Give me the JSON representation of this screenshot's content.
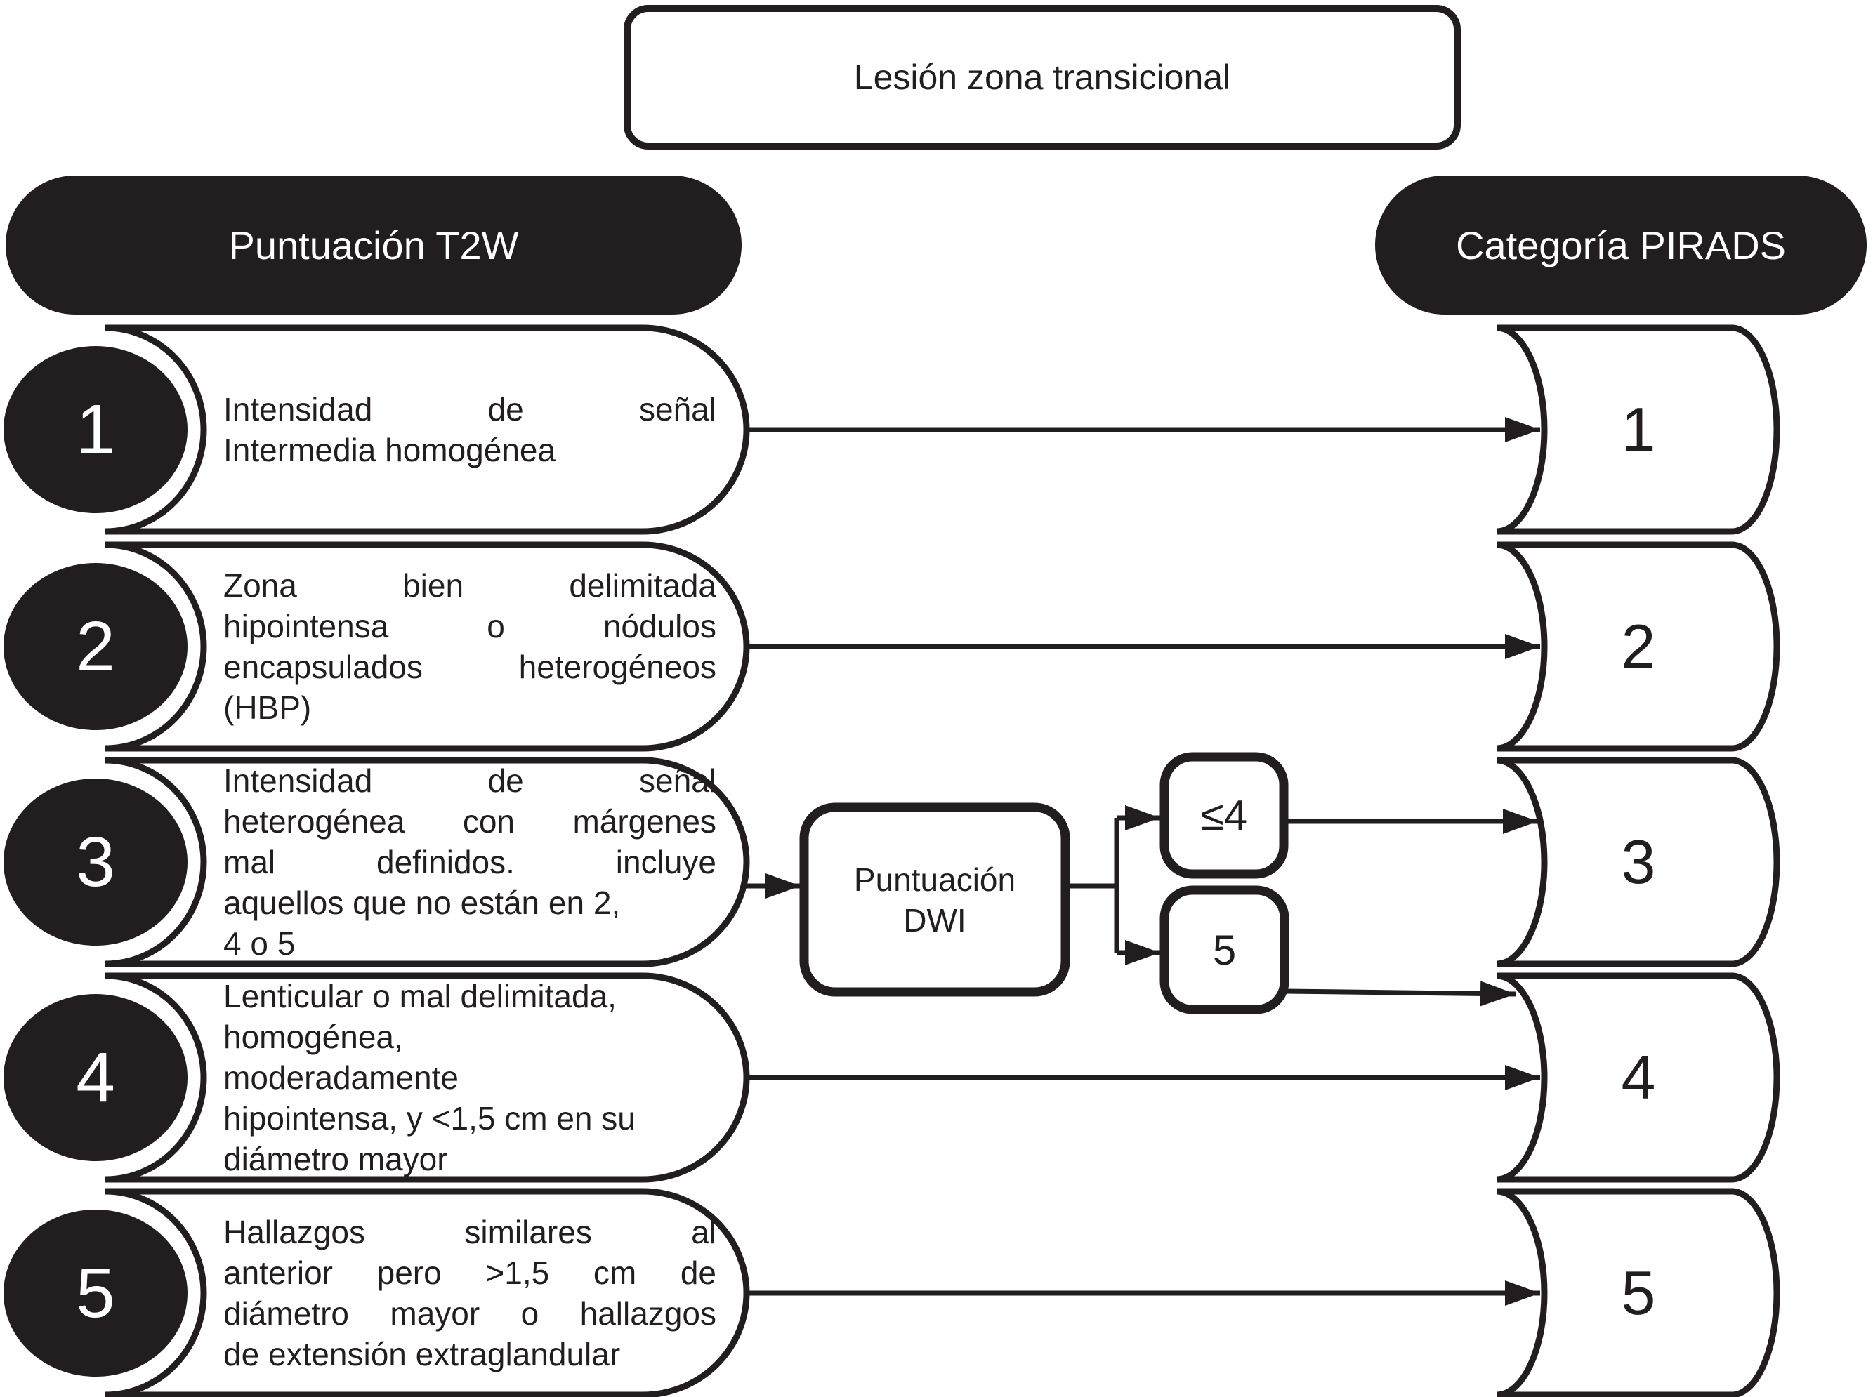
{
  "title": "Lesión zona transicional",
  "headers": {
    "left": "Puntuación T2W",
    "right": "Categoría PIRADS"
  },
  "rows": [
    {
      "score": "1",
      "pirads": "1",
      "lines": [
        "Intensidad de señal",
        "Intermedia homogénea"
      ]
    },
    {
      "score": "2",
      "pirads": "2",
      "lines": [
        "Zona bien delimitada",
        "hipointensa o nódulos",
        "encapsulados heterogéneos",
        "(HBP)"
      ]
    },
    {
      "score": "3",
      "pirads": "3",
      "lines": [
        "Intensidad de señal",
        "heterogénea con márgenes",
        "mal definidos. incluye",
        "aquellos que no están en 2,",
        "4 o 5"
      ]
    },
    {
      "score": "4",
      "pirads": "4",
      "lines": [
        "Lenticular o mal delimitada,",
        "homogénea,",
        "moderadamente",
        "hipointensa, y <1,5 cm en su",
        "diámetro mayor"
      ]
    },
    {
      "score": "5",
      "pirads": "5",
      "lines": [
        "Hallazgos similares al",
        "anterior pero >1,5 cm de",
        "diámetro mayor o hallazgos",
        "de extensión extraglandular"
      ]
    }
  ],
  "dwi": {
    "line1": "Puntuación",
    "line2": "DWI",
    "branch_le4": "≤4",
    "branch_5": "5"
  },
  "colors": {
    "ink": "#221e1f",
    "paper": "#ffffff"
  }
}
